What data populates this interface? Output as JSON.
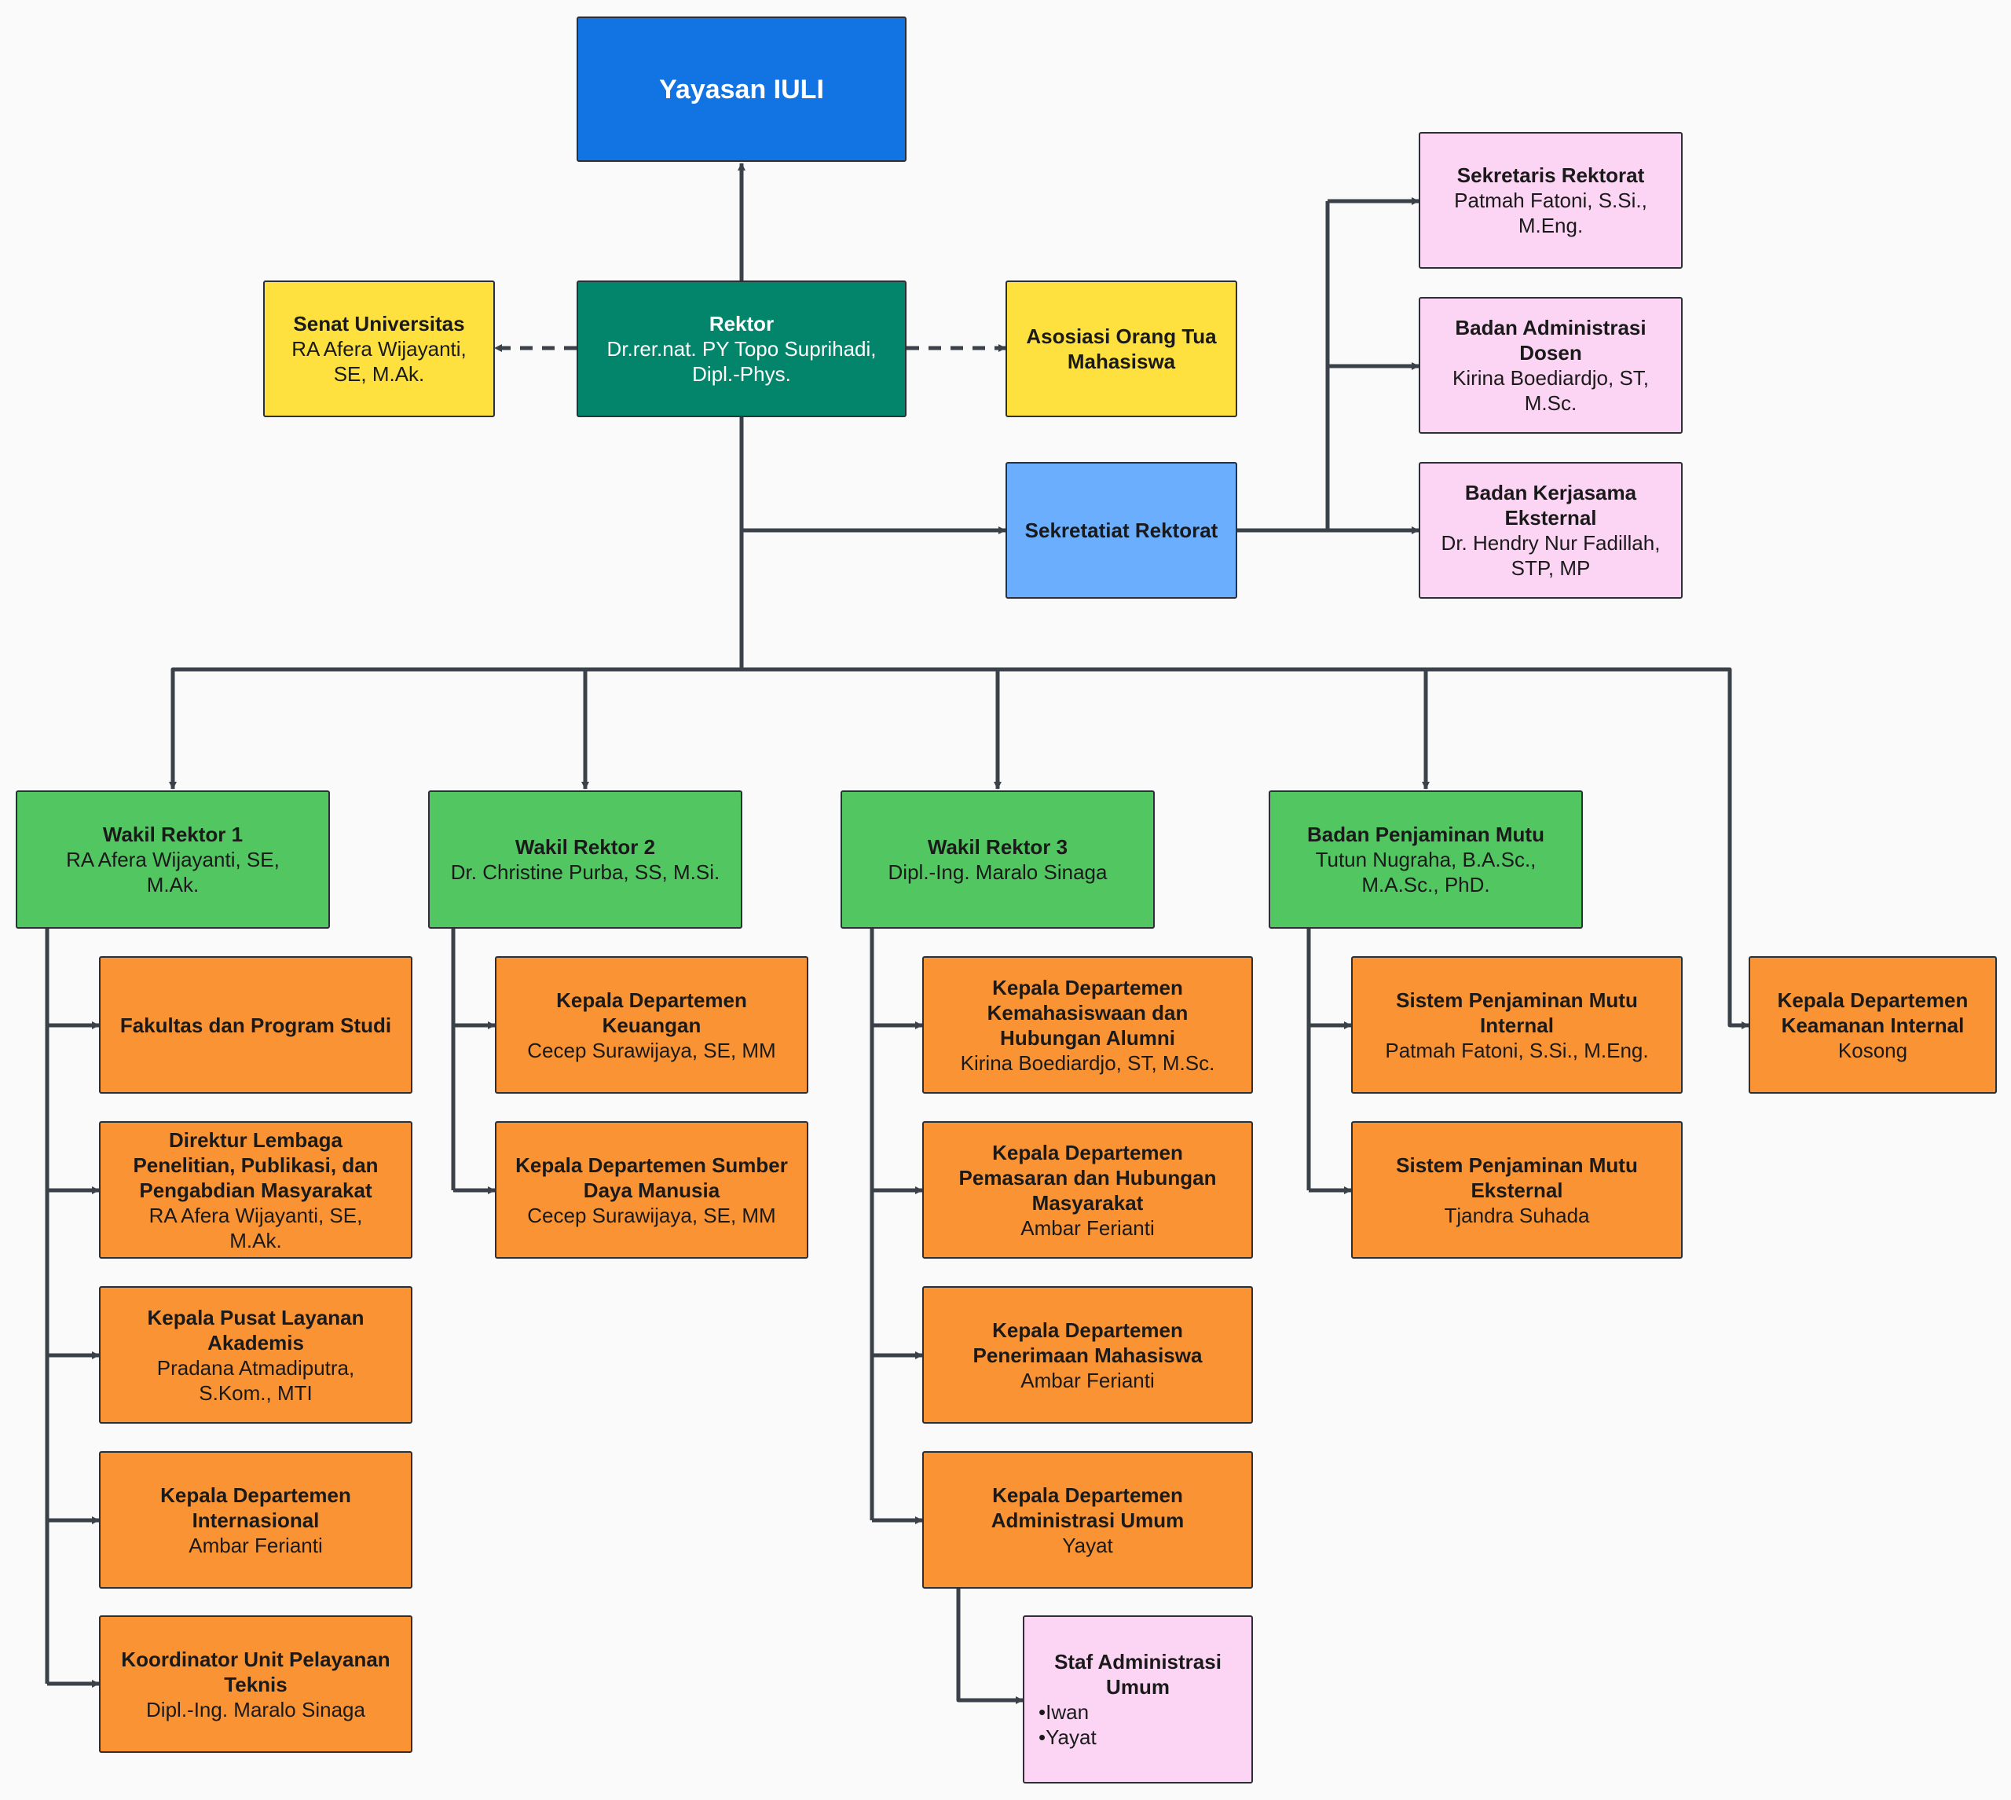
{
  "colors": {
    "yayasan": "#1273e3",
    "rektor": "#03856c",
    "advisory": "#fee13f",
    "sekretariat": "#6aaefd",
    "staff": "#fdd5f4",
    "wakil": "#52c661",
    "departemen": "#fa9334",
    "connector": "#3b4149"
  },
  "yayasan": {
    "title": "Yayasan IULI"
  },
  "rektor": {
    "title": "Rektor",
    "line1": "Dr.rer.nat. PY Topo Suprihadi,",
    "line2": "Dipl.-Phys."
  },
  "senat": {
    "title": "Senat Universitas",
    "line1": "RA Afera Wijayanti,",
    "line2": "SE, M.Ak."
  },
  "asosiasi": {
    "title1": "Asosiasi Orang Tua",
    "title2": "Mahasiswa"
  },
  "sekretariat": {
    "title": "Sekretatiat Rektorat"
  },
  "sekretaris": {
    "title": "Sekretaris Rektorat",
    "line1": "Patmah Fatoni, S.Si.,",
    "line2": "M.Eng."
  },
  "bad": {
    "title1": "Badan Administrasi",
    "title2": "Dosen",
    "line1": "Kirina Boediardjo, ST,",
    "line2": "M.Sc."
  },
  "bke": {
    "title1": "Badan Kerjasama",
    "title2": "Eksternal",
    "line1": "Dr. Hendry Nur Fadillah,",
    "line2": "STP, MP"
  },
  "wr1": {
    "title": "Wakil Rektor 1",
    "line1": "RA Afera Wijayanti, SE,",
    "line2": "M.Ak."
  },
  "wr2": {
    "title": "Wakil Rektor 2",
    "line1": "Dr. Christine Purba, SS, M.Si."
  },
  "wr3": {
    "title": "Wakil Rektor 3",
    "line1": "Dipl.-Ing. Maralo Sinaga"
  },
  "bpm": {
    "title": "Badan Penjaminan Mutu",
    "line1": "Tutun Nugraha, B.A.Sc.,",
    "line2": "M.A.Sc., PhD."
  },
  "fak": {
    "title": "Fakultas dan Program Studi"
  },
  "lppm": {
    "title1": "Direktur Lembaga",
    "title2": "Penelitian, Publikasi, dan",
    "title3": "Pengabdian Masyarakat",
    "line1": "RA Afera Wijayanti, SE,",
    "line2": "M.Ak."
  },
  "pla": {
    "title1": "Kepala Pusat Layanan",
    "title2": "Akademis",
    "line1": "Pradana Atmadiputra,",
    "line2": "S.Kom., MTI"
  },
  "intl": {
    "title1": "Kepala Departemen",
    "title2": "Internasional",
    "line1": "Ambar Ferianti"
  },
  "upt": {
    "title1": "Koordinator Unit Pelayanan",
    "title2": "Teknis",
    "line1": "Dipl.-Ing. Maralo Sinaga"
  },
  "keu": {
    "title1": "Kepala Departemen",
    "title2": "Keuangan",
    "line1": "Cecep Surawijaya, SE, MM"
  },
  "sdm": {
    "title1": "Kepala Departemen Sumber",
    "title2": "Daya Manusia",
    "line1": "Cecep Surawijaya, SE, MM"
  },
  "kema": {
    "title1": "Kepala Departemen",
    "title2": "Kemahasiswaan dan",
    "title3": "Hubungan Alumni",
    "line1": "Kirina Boediardjo, ST, M.Sc."
  },
  "pemasaran": {
    "title1": "Kepala Departemen",
    "title2": "Pemasaran dan Hubungan",
    "title3": "Masyarakat",
    "line1": "Ambar Ferianti"
  },
  "penerimaan": {
    "title1": "Kepala Departemen",
    "title2": "Penerimaan Mahasiswa",
    "line1": "Ambar Ferianti"
  },
  "adum": {
    "title1": "Kepala Departemen",
    "title2": "Administrasi Umum",
    "line1": "Yayat"
  },
  "staf": {
    "title1": "Staf Administrasi",
    "title2": "Umum",
    "members": [
      "Iwan",
      "Yayat"
    ]
  },
  "spmi": {
    "title1": "Sistem Penjaminan Mutu",
    "title2": "Internal",
    "line1": "Patmah Fatoni, S.Si., M.Eng."
  },
  "spme": {
    "title1": "Sistem Penjaminan Mutu",
    "title2": "Eksternal",
    "line1": "Tjandra Suhada"
  },
  "kai": {
    "title1": "Kepala Departemen",
    "title2": "Keamanan Internal",
    "line1": "Kosong"
  }
}
